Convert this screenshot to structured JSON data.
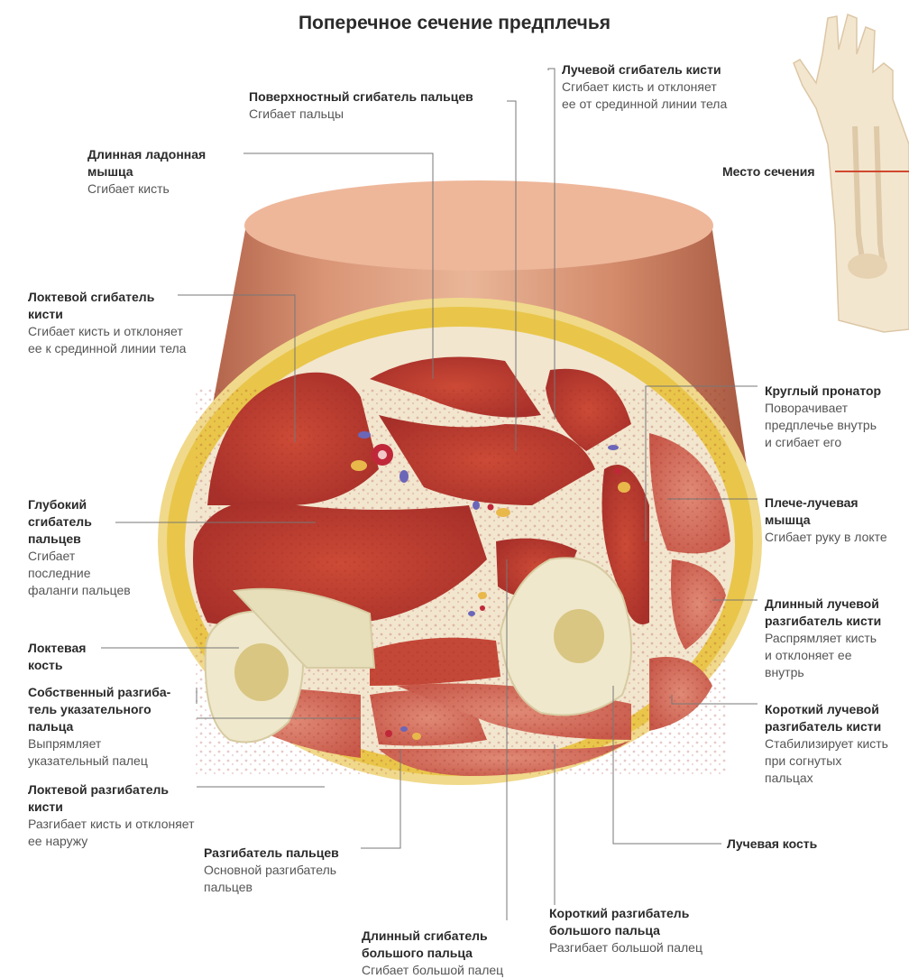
{
  "title": "Поперечное сечение предплечья",
  "section_marker": "Место сечения",
  "labels": {
    "flexor_digitorum_superficialis": {
      "name": "Поверхностный сгибатель пальцев",
      "desc": "Сгибает пальцы"
    },
    "flexor_carpi_radialis": {
      "name": "Лучевой сгибатель кисти",
      "desc": "Сгибает кисть и отклоняет\nее от срединной линии тела"
    },
    "palmaris_longus": {
      "name": "Длинная ладонная\nмышца",
      "desc": "Сгибает кисть"
    },
    "flexor_carpi_ulnaris": {
      "name": "Локтевой сгибатель\nкисти",
      "desc": "Сгибает кисть и отклоняет\nее к срединной линии тела"
    },
    "pronator_teres": {
      "name": "Круглый пронатор",
      "desc": "Поворачивает\nпредплечье внутрь\nи сгибает его"
    },
    "flexor_digitorum_profundus": {
      "name": "Глубокий\nсгибатель\nпальцев",
      "desc": "Сгибает\nпоследние\nфаланги пальцев"
    },
    "brachioradialis": {
      "name": "Плече-лучевая\nмышца",
      "desc": "Сгибает руку в локте"
    },
    "extensor_carpi_radialis_longus": {
      "name": "Длинный лучевой\nразгибатель кисти",
      "desc": "Распрямляет кисть\nи отклоняет ее\nвнутрь"
    },
    "ulna": {
      "name": "Локтевая\nкость",
      "desc": ""
    },
    "extensor_indicis": {
      "name": "Собственный разгиба-\nтель указательного\nпальца",
      "desc": "Выпрямляет\nуказательный палец"
    },
    "extensor_carpi_radialis_brevis": {
      "name": "Короткий лучевой\nразгибатель кисти",
      "desc": "Стабилизирует кисть\nпри согнутых\nпальцах"
    },
    "extensor_carpi_ulnaris": {
      "name": "Локтевой разгибатель\nкисти",
      "desc": "Разгибает кисть и отклоняет\nее наружу"
    },
    "radius": {
      "name": "Лучевая кость",
      "desc": ""
    },
    "extensor_digitorum": {
      "name": "Разгибатель пальцев",
      "desc": "Основной разгибатель\nпальцев"
    },
    "extensor_pollicis_brevis": {
      "name": "Короткий разгибатель\nбольшого пальца",
      "desc": "Разгибает большой палец"
    },
    "flexor_pollicis_longus": {
      "name": "Длинный сгибатель\nбольшого пальца",
      "desc": "Сгибает большой палец"
    }
  },
  "colors": {
    "muscle": "#c0392b",
    "muscle_light": "#d9735f",
    "fascia": "#efe3cf",
    "fat": "#e8c547",
    "skin": "#e0a27a",
    "bone": "#efe8cc",
    "leader": "#777777",
    "marker_line": "#d0482f"
  }
}
